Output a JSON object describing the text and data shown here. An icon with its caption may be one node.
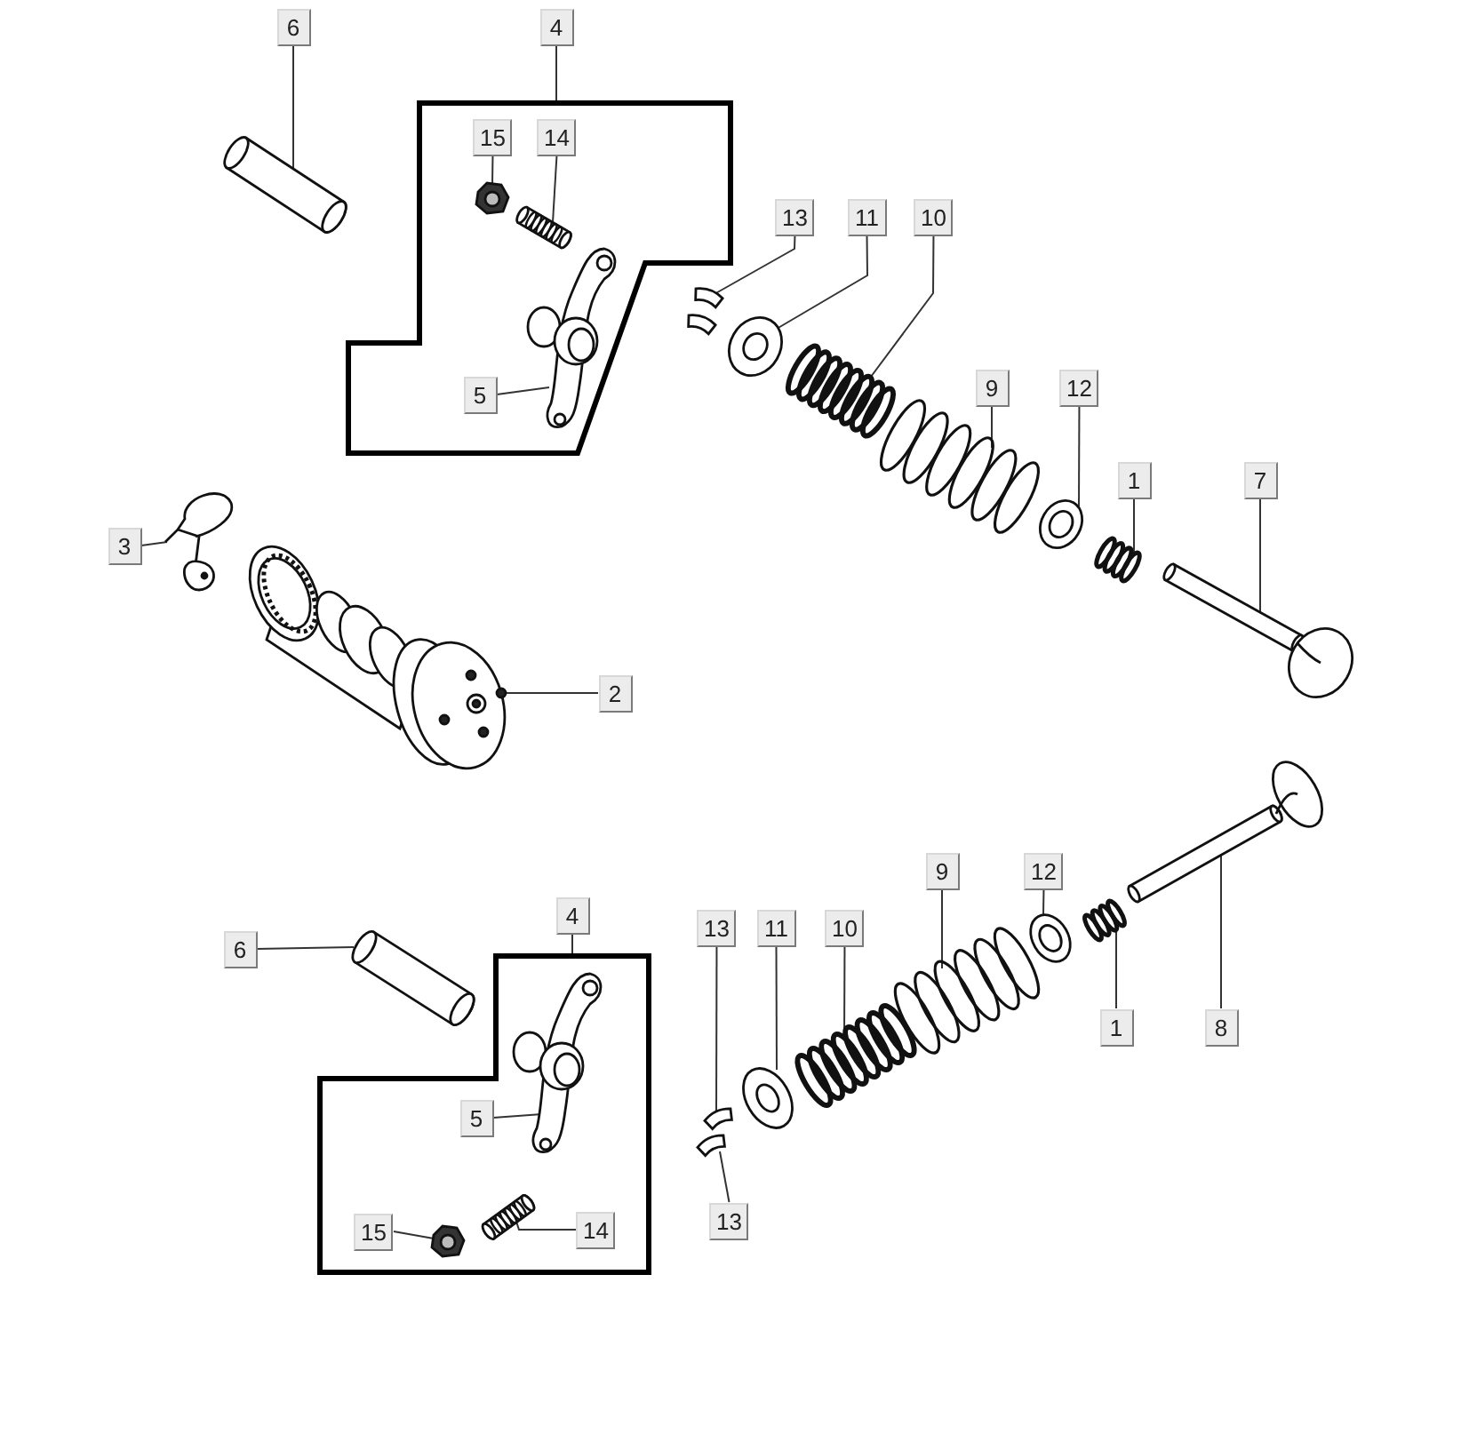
{
  "diagram": {
    "nodes": [
      {
        "text": [
          "6"
        ]
      },
      {
        "text": [
          "4"
        ]
      },
      {
        "text": [],
        "shape": "box"
      },
      {
        "text": [
          "15"
        ],
        "in": 2
      },
      {
        "text": [
          "14"
        ],
        "in": 2
      },
      {
        "text": [
          "5"
        ],
        "in": 2
      },
      {
        "text": [
          "13"
        ]
      },
      {
        "text": [
          "11"
        ]
      },
      {
        "text": [
          "10"
        ]
      },
      {
        "text": [
          "9"
        ]
      },
      {
        "text": [
          "12"
        ]
      },
      {
        "text": [
          "1"
        ]
      },
      {
        "text": [
          "7"
        ]
      },
      {
        "text": [
          "3"
        ]
      },
      {
        "text": [
          "2"
        ]
      },
      {
        "text": [
          "9"
        ]
      },
      {
        "text": [
          "12"
        ]
      },
      {
        "text": [
          "6"
        ]
      },
      {
        "text": [
          "4"
        ]
      },
      {
        "text": [],
        "shape": "box"
      },
      {
        "text": [
          "5"
        ],
        "in": 19
      },
      {
        "text": [
          "15"
        ],
        "in": 19
      },
      {
        "text": [
          "14"
        ],
        "in": 19
      },
      {
        "text": [
          "13"
        ]
      },
      {
        "text": [
          "11"
        ]
      },
      {
        "text": [
          "10"
        ]
      },
      {
        "text": [
          "1"
        ]
      },
      {
        "text": [
          "8"
        ]
      },
      {
        "text": [
          "13"
        ]
      },
      {
        "text": [],
        "shape": "picture"
      },
      {
        "text": [],
        "shape": "picture",
        "in": 2
      },
      {
        "text": [],
        "shape": "picture",
        "in": 2
      },
      {
        "text": [],
        "shape": "picture",
        "in": 2
      },
      {
        "text": [],
        "shape": "picture"
      },
      {
        "text": [],
        "shape": "picture"
      },
      {
        "text": [],
        "shape": "picture"
      },
      {
        "text": [],
        "shape": "picture"
      },
      {
        "text": [],
        "shape": "picture"
      },
      {
        "text": [],
        "shape": "picture"
      },
      {
        "text": [],
        "shape": "picture"
      },
      {
        "text": [],
        "shape": "picture"
      },
      {
        "text": [],
        "shape": "picture"
      },
      {
        "text": [],
        "shape": "picture"
      },
      {
        "text": [],
        "shape": "picture",
        "in": 19
      },
      {
        "text": [],
        "shape": "picture",
        "in": 19
      },
      {
        "text": [],
        "shape": "picture",
        "in": 19
      },
      {
        "text": [],
        "shape": "picture"
      },
      {
        "text": [],
        "shape": "picture"
      },
      {
        "text": [],
        "shape": "picture"
      },
      {
        "text": [],
        "shape": "picture"
      },
      {
        "text": [],
        "shape": "picture"
      },
      {
        "text": [],
        "shape": "picture"
      },
      {
        "text": [],
        "shape": "picture"
      }
    ],
    "edges": [
      {
        "from": 0,
        "to": 29,
        "arrow": "none"
      },
      {
        "from": 1,
        "to": 2,
        "arrow": "none"
      },
      {
        "from": 3,
        "to": 30,
        "arrow": "none"
      },
      {
        "from": 4,
        "to": 31,
        "arrow": "none"
      },
      {
        "from": 5,
        "to": 32,
        "arrow": "none"
      },
      {
        "from": 6,
        "to": 33,
        "arrow": "none"
      },
      {
        "from": 7,
        "to": 34,
        "arrow": "none"
      },
      {
        "from": 8,
        "to": 35,
        "arrow": "none"
      },
      {
        "from": 9,
        "to": 36,
        "arrow": "none"
      },
      {
        "from": 10,
        "to": 37,
        "arrow": "none"
      },
      {
        "from": 11,
        "to": 38,
        "arrow": "none"
      },
      {
        "from": 12,
        "to": 39,
        "arrow": "none"
      },
      {
        "from": 13,
        "to": 40,
        "arrow": "none"
      },
      {
        "from": 14,
        "to": 41,
        "arrow": "none"
      },
      {
        "from": 15,
        "to": 49,
        "arrow": "none"
      },
      {
        "from": 16,
        "to": 50,
        "arrow": "none"
      },
      {
        "from": 17,
        "to": 42,
        "arrow": "none"
      },
      {
        "from": 18,
        "to": 19,
        "arrow": "none"
      },
      {
        "from": 20,
        "to": 43,
        "arrow": "none"
      },
      {
        "from": 21,
        "to": 44,
        "arrow": "none"
      },
      {
        "from": 22,
        "to": 45,
        "arrow": "none"
      },
      {
        "from": 23,
        "to": 46,
        "arrow": "none"
      },
      {
        "from": 24,
        "to": 47,
        "arrow": "none"
      },
      {
        "from": 25,
        "to": 48,
        "arrow": "none"
      },
      {
        "from": 26,
        "to": 51,
        "arrow": "none"
      },
      {
        "from": 27,
        "to": 52,
        "arrow": "none"
      },
      {
        "from": 28,
        "to": 46,
        "arrow": "none"
      }
    ]
  }
}
